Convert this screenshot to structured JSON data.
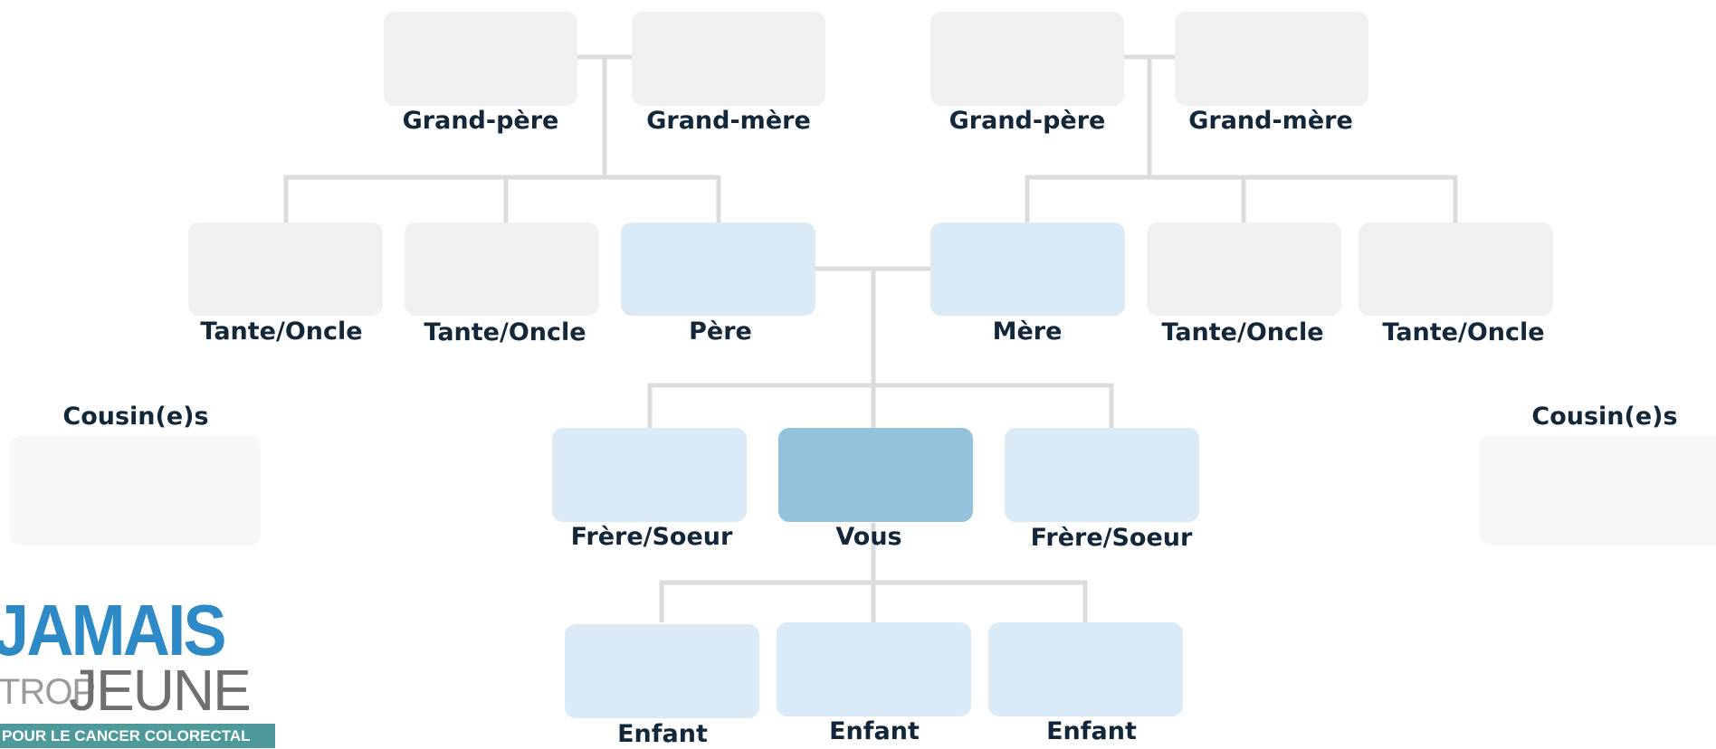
{
  "colors": {
    "grey_box": "#f0f0f0",
    "parent_box": "#daeaf6",
    "self_box": "#94c1dc",
    "connector": "#dcdcdc",
    "label_text": "#12283a",
    "logo_blue": "#2e8ac6",
    "logo_bar": "#4e9a9a"
  },
  "tree": {
    "paternal_grandfather": "Grand-père",
    "paternal_grandmother": "Grand-mère",
    "maternal_grandfather": "Grand-père",
    "maternal_grandmother": "Grand-mère",
    "paternal_aunt_uncle_1": "Tante/Oncle",
    "paternal_aunt_uncle_2": "Tante/Oncle",
    "father": "Père",
    "mother": "Mère",
    "maternal_aunt_uncle_1": "Tante/Oncle",
    "maternal_aunt_uncle_2": "Tante/Oncle",
    "cousins_left": "Cousin(e)s",
    "cousins_right": "Cousin(e)s",
    "sibling_left": "Frère/Soeur",
    "self": "Vous",
    "sibling_right": "Frère/Soeur",
    "child_1": "Enfant",
    "child_2": "Enfant",
    "child_3": "Enfant"
  },
  "logo": {
    "line1": "JAMAIS",
    "line2_small": "TROP",
    "line2_large": "JEUNE",
    "tagline": "POUR LE CANCER COLORECTAL"
  }
}
